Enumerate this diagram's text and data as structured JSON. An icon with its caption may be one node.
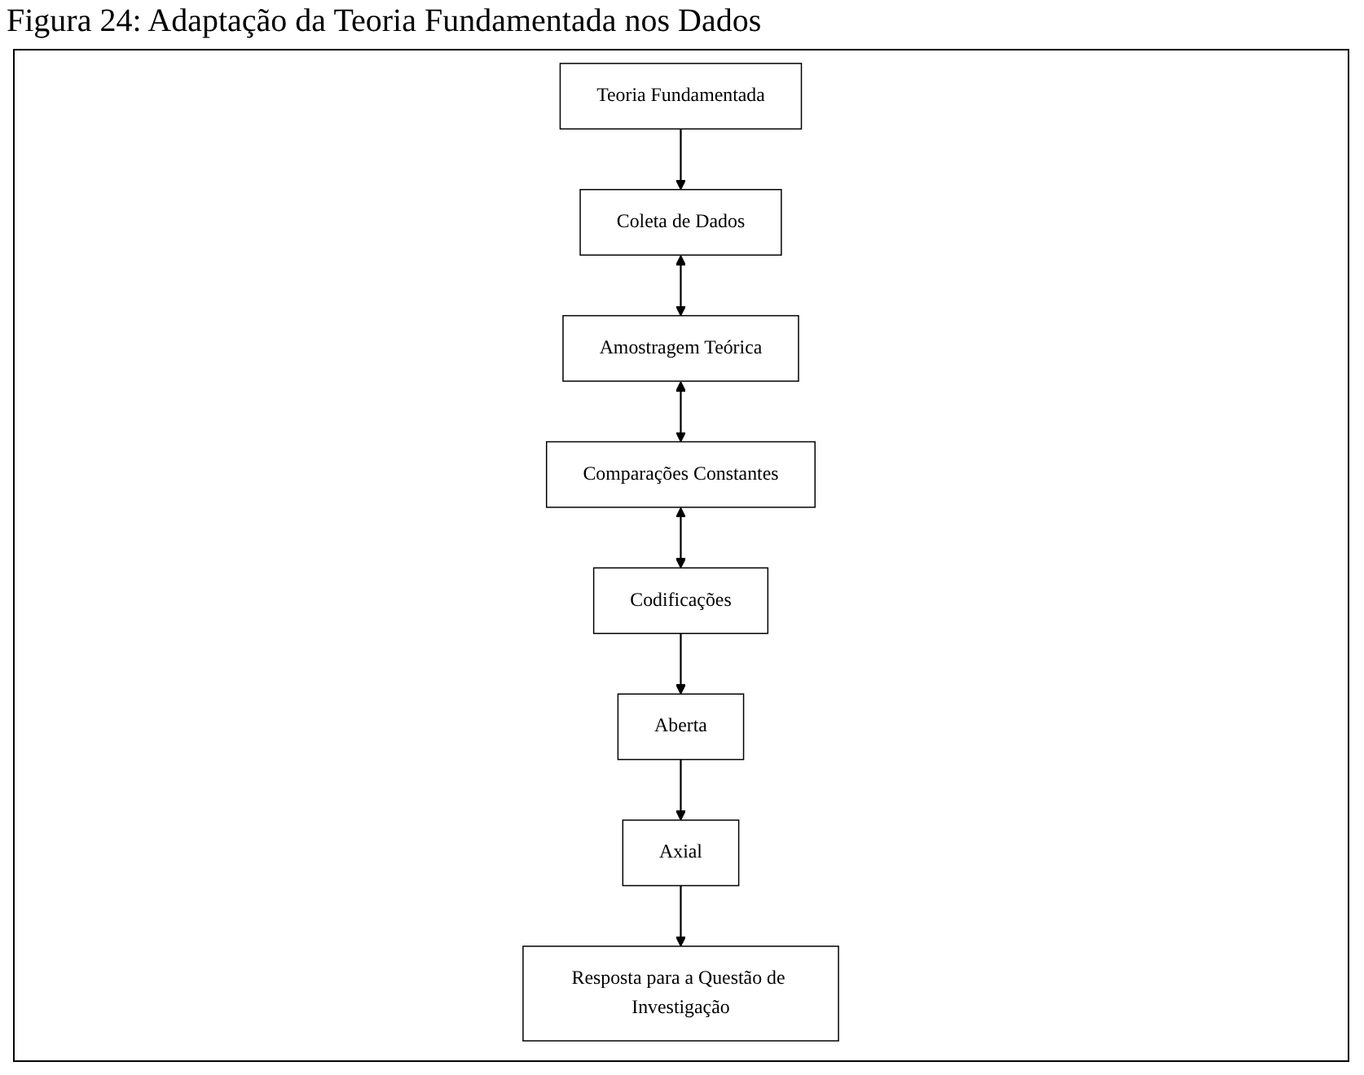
{
  "diagram": {
    "title": "Figura 24: Adaptação da Teoria Fundamentada nos Dados",
    "nodes": [
      {
        "text": [
          "Teoria Fundamentada"
        ]
      },
      {
        "text": [
          "Coleta de Dados"
        ]
      },
      {
        "text": [
          "Amostragem Teórica"
        ]
      },
      {
        "text": [
          "Comparações Constantes"
        ]
      },
      {
        "text": [
          "Codificações"
        ]
      },
      {
        "text": [
          "Aberta"
        ]
      },
      {
        "text": [
          "Axial"
        ]
      },
      {
        "text": [
          "Resposta para a Questão de Investigação"
        ]
      }
    ],
    "edges": [
      {
        "from": 0,
        "to": 1,
        "arrow": "to"
      },
      {
        "from": 1,
        "to": 2,
        "arrow": "both"
      },
      {
        "from": 2,
        "to": 3,
        "arrow": "both"
      },
      {
        "from": 3,
        "to": 4,
        "arrow": "both"
      },
      {
        "from": 4,
        "to": 5,
        "arrow": "to"
      },
      {
        "from": 5,
        "to": 6,
        "arrow": "to"
      },
      {
        "from": 6,
        "to": 7,
        "arrow": "to"
      }
    ]
  }
}
